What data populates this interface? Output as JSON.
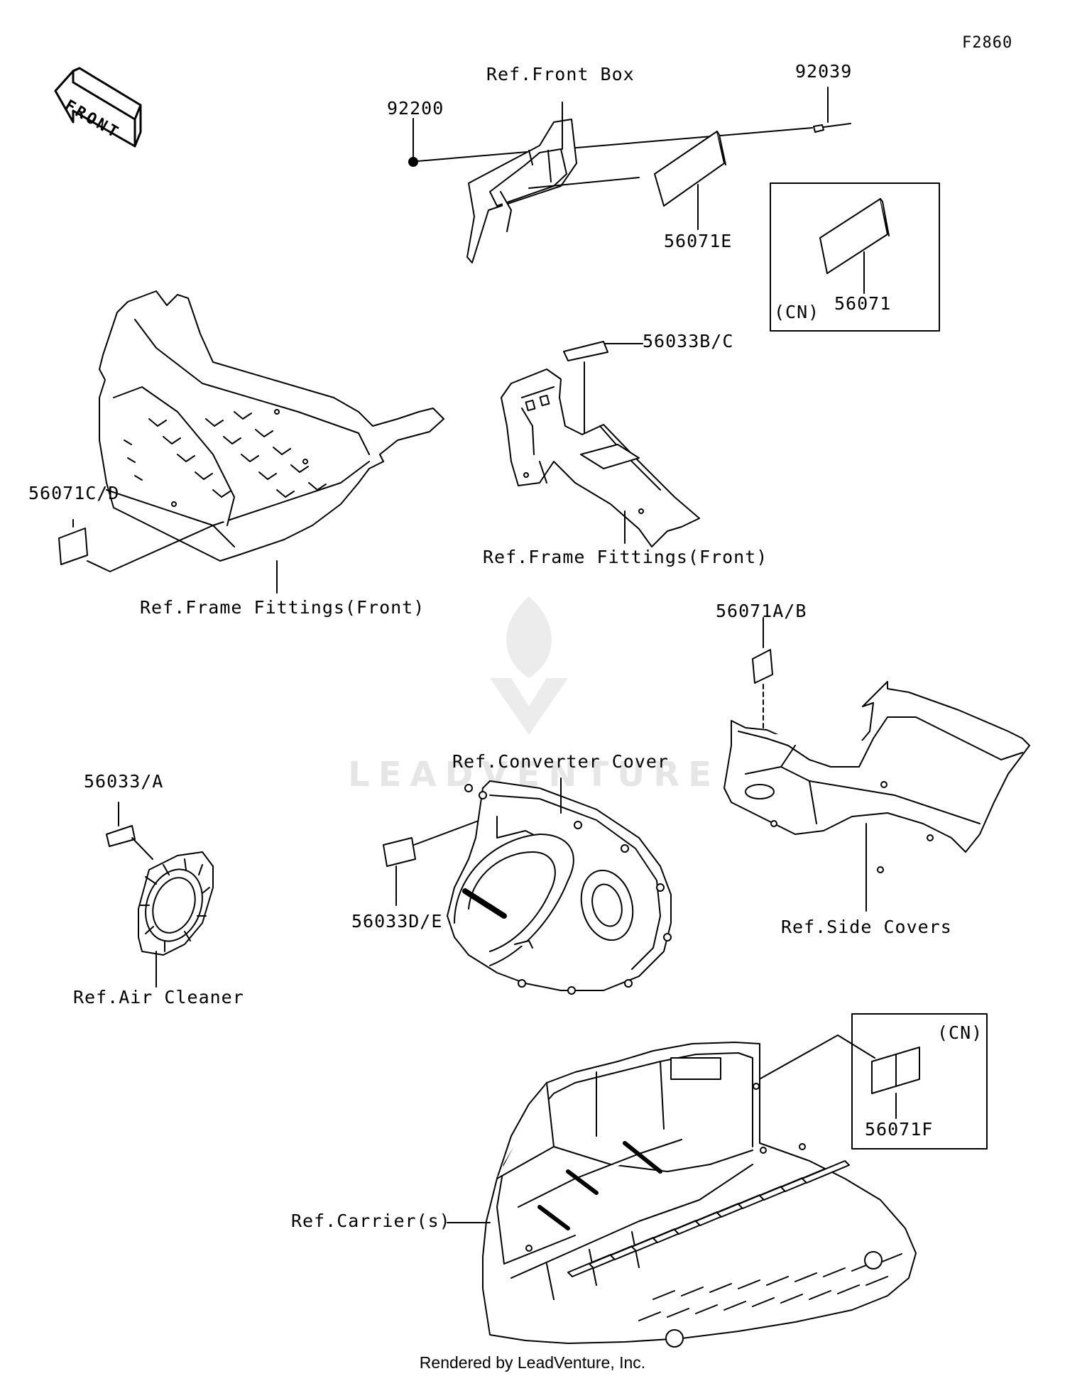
{
  "diagram_code": "F2860",
  "front_arrow_label": "FRONT",
  "watermark": "LEADVENTURE",
  "footer": "Rendered by LeadVenture, Inc.",
  "labels": {
    "ref_front_box": "Ref.Front Box",
    "p92039": "92039",
    "p92200": "92200",
    "p56071E": "56071E",
    "cn_box_top": "(CN)",
    "p56071": "56071",
    "p56033BC": "56033B/C",
    "p56071CD": "56071C/D",
    "ref_frame_fittings_mid": "Ref.Frame Fittings(Front)",
    "ref_frame_fittings_left": "Ref.Frame Fittings(Front)",
    "p56071AB": "56071A/B",
    "ref_converter_cover": "Ref.Converter Cover",
    "p56033A": "56033/A",
    "p56033DE": "56033D/E",
    "ref_side_covers": "Ref.Side Covers",
    "ref_air_cleaner": "Ref.Air Cleaner",
    "cn_box_bottom": "(CN)",
    "p56071F": "56071F",
    "ref_carriers": "Ref.Carrier(s)"
  }
}
